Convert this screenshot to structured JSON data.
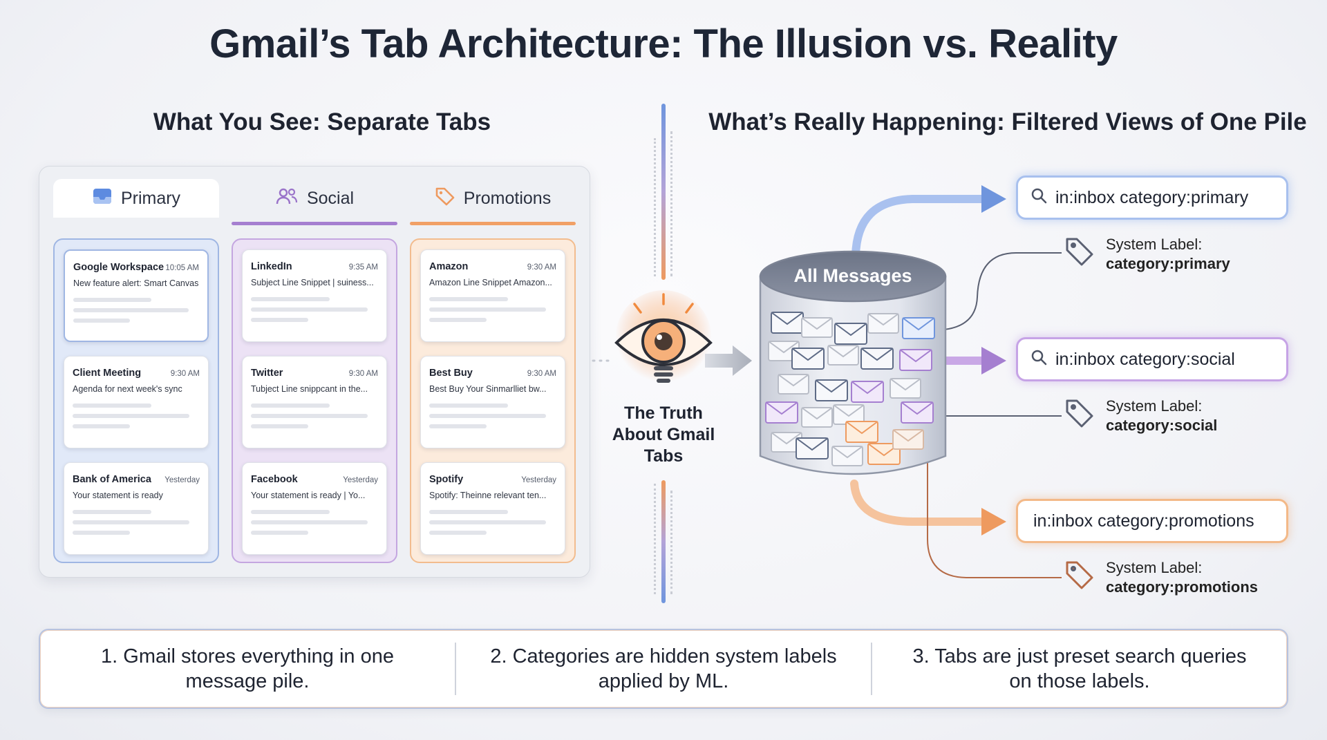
{
  "title": "Gmail’s Tab Architecture: The Illusion vs. Reality",
  "left_heading": "What You See: Separate Tabs",
  "right_heading": "What’s Really Happening: Filtered Views of One Pile",
  "tabs": [
    {
      "label": "Primary",
      "icon": "inbox-icon"
    },
    {
      "label": "Social",
      "icon": "people-icon"
    },
    {
      "label": "Promotions",
      "icon": "tag-icon"
    }
  ],
  "columns": {
    "primary": [
      {
        "sender": "Google Workspace",
        "time": "10:05 AM",
        "snippet": "New feature alert: Smart Canvas..."
      },
      {
        "sender": "Client Meeting",
        "time": "9:30 AM",
        "snippet": "Agenda for next week's sync"
      },
      {
        "sender": "Bank of America",
        "time": "Yesterday",
        "snippet": "Your statement is ready"
      }
    ],
    "social": [
      {
        "sender": "LinkedIn",
        "time": "9:35 AM",
        "snippet": "Subject Line Snippet | suiness..."
      },
      {
        "sender": "Twitter",
        "time": "9:30 AM",
        "snippet": "Tubject Line snippcant in the..."
      },
      {
        "sender": "Facebook",
        "time": "Yesterday",
        "snippet": "Your statement is ready | Yo..."
      }
    ],
    "promotions": [
      {
        "sender": "Amazon",
        "time": "9:30 AM",
        "snippet": "Amazon Line Snippet Amazon..."
      },
      {
        "sender": "Best Buy",
        "time": "9:30 AM",
        "snippet": "Best Buy Your Sinmarlliet bw..."
      },
      {
        "sender": "Spotify",
        "time": "Yesterday",
        "snippet": "Spotify: Theinne relevant ten..."
      }
    ]
  },
  "center": {
    "line1": "The Truth",
    "line2": "About Gmail",
    "line3": "Tabs",
    "icon": "eye-lightbulb-icon"
  },
  "database": {
    "label": "All Messages",
    "icon": "database-icon"
  },
  "queries": [
    {
      "text": "in:inbox category:primary",
      "label_title": "System Label:",
      "label_value": "category:primary"
    },
    {
      "text": "in:inbox category:social",
      "label_title": "System Label:",
      "label_value": "category:social"
    },
    {
      "text": "in:inbox category:promotions",
      "label_title": "System Label:",
      "label_value": "category:promotions"
    }
  ],
  "summary": [
    "1. Gmail stores everything in one message pile.",
    "2. Categories are hidden system labels applied by ML.",
    "3. Tabs are just preset search queries on those labels."
  ],
  "colors": {
    "primary": "#6f95dd",
    "social": "#a57fd0",
    "promotions": "#ee9a5f",
    "heading": "#1e2636"
  }
}
